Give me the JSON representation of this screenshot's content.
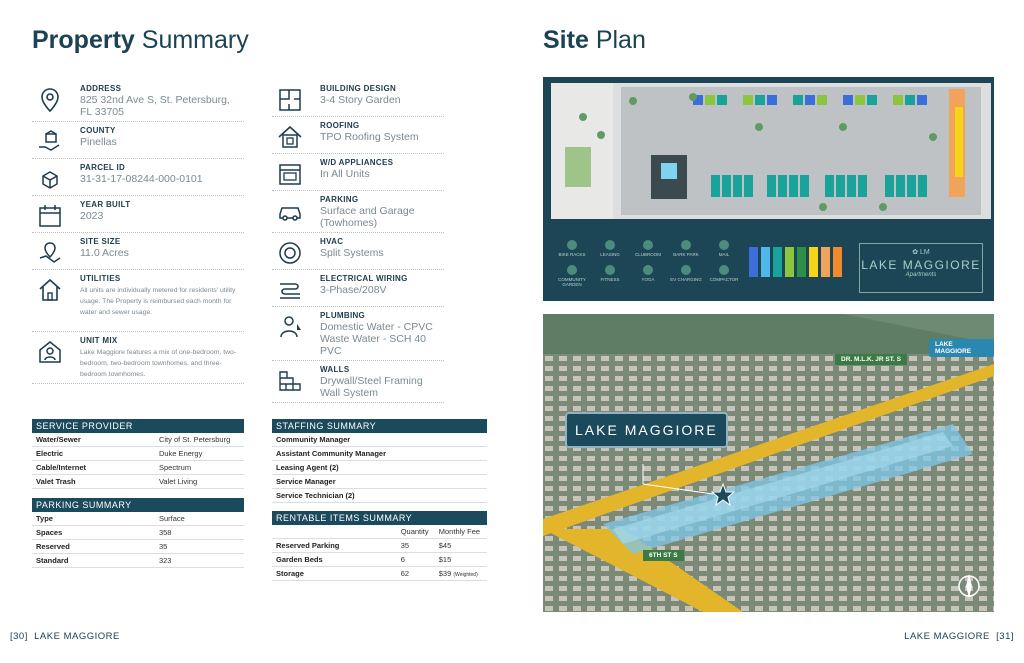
{
  "left": {
    "title_bold": "Property",
    "title_light": "Summary",
    "col1": [
      {
        "icon": "location-pin-icon",
        "label": "ADDRESS",
        "value": "825 32nd Ave S, St. Petersburg, FL 33705"
      },
      {
        "icon": "hand-county-icon",
        "label": "COUNTY",
        "value": "Pinellas"
      },
      {
        "icon": "parcel-cube-icon",
        "label": "PARCEL ID",
        "value": "31-31-17-08244-000-0101"
      },
      {
        "icon": "calendar-icon",
        "label": "YEAR BUILT",
        "value": "2023"
      },
      {
        "icon": "map-pin-site-icon",
        "label": "SITE SIZE",
        "value": "11.0 Acres"
      },
      {
        "icon": "house-icon",
        "label": "UTILITIES",
        "value": "All units are individually metered for residents' utility usage. The Property is reimbursed each month for water and sewer usage."
      },
      {
        "icon": "person-home-icon",
        "label": "UNIT MIX",
        "value": "Lake Maggiore features a mix of one-bedroom, two-bedroom, two-bedroom townhomes, and three-bedroom townhomes."
      }
    ],
    "col2": [
      {
        "icon": "floorplan-icon",
        "label": "BUILDING DESIGN",
        "value": "3-4 Story Garden"
      },
      {
        "icon": "roof-house-icon",
        "label": "ROOFING",
        "value": "TPO Roofing System"
      },
      {
        "icon": "washer-dryer-icon",
        "label": "W/D APPLIANCES",
        "value": "In All Units"
      },
      {
        "icon": "car-icon",
        "label": "PARKING",
        "value": "Surface and Garage (Towhomes)"
      },
      {
        "icon": "thermostat-icon",
        "label": "HVAC",
        "value": "Split Systems"
      },
      {
        "icon": "wiring-icon",
        "label": "ELECTRICAL WIRING",
        "value": "3-Phase/208V"
      },
      {
        "icon": "plumber-icon",
        "label": "PLUMBING",
        "value": "Domestic Water - CPVC Waste Water - SCH 40 PVC"
      },
      {
        "icon": "brick-wall-icon",
        "label": "WALLS",
        "value": "Drywall/Steel Framing Wall System"
      }
    ],
    "service_provider": {
      "title": "SERVICE PROVIDER",
      "rows": [
        [
          "Water/Sewer",
          "City of St. Petersburg"
        ],
        [
          "Electric",
          "Duke Energy"
        ],
        [
          "Cable/Internet",
          "Spectrum"
        ],
        [
          "Valet Trash",
          "Valet Living"
        ]
      ]
    },
    "parking_summary": {
      "title": "PARKING SUMMARY",
      "rows": [
        [
          "Type",
          "Surface"
        ],
        [
          "Spaces",
          "358"
        ],
        [
          "Reserved",
          "35"
        ],
        [
          "Standard",
          "323"
        ]
      ]
    },
    "staffing_summary": {
      "title": "STAFFING SUMMARY",
      "rows": [
        "Community Manager",
        "Assistant Community Manager",
        "Leasing Agent (2)",
        "Service Manager",
        "Service Technician (2)"
      ]
    },
    "rentable_items": {
      "title": "RENTABLE ITEMS SUMMARY",
      "headers": [
        "",
        "Quantity",
        "Monthly Fee"
      ],
      "rows": [
        [
          "Reserved Parking",
          "35",
          "$45",
          ""
        ],
        [
          "Garden Beds",
          "6",
          "$15",
          ""
        ],
        [
          "Storage",
          "62",
          "$39",
          "(Weighted)"
        ]
      ]
    }
  },
  "right": {
    "title_bold": "Site",
    "title_light": "Plan",
    "amenities_row1": [
      "BIKE RACKS",
      "LEASING",
      "CLUBROOM",
      "BARK PARK",
      "MAIL"
    ],
    "amenities_row2": [
      "COMMUNITY GARDEN",
      "FITNESS",
      "YOGA",
      "EV CHARGING",
      "COMPACTOR"
    ],
    "logo_text": "LAKE MAGGIORE",
    "logo_sub": "Apartments",
    "aerial_label": "LAKE MAGGIORE",
    "street_mlk": "DR. M.L.K. JR ST. S",
    "street_6th": "6TH ST S",
    "lake_label": "LAKE MAGGIORE",
    "colors": {
      "navy": "#1b4a5c",
      "teal": "#1aa39a",
      "green": "#8cc63f",
      "blue": "#3b6ed8",
      "orange": "#f08a2c",
      "yellow": "#f7d31a"
    }
  },
  "footer": {
    "left_page": "30",
    "left_text": "LAKE MAGGIORE",
    "right_text": "LAKE MAGGIORE",
    "right_page": "31"
  }
}
